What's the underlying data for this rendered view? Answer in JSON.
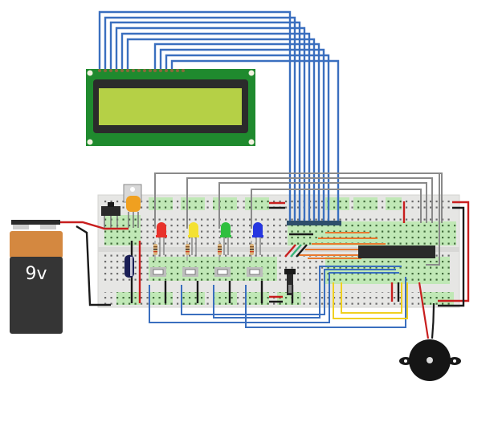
{
  "diagram": {
    "type": "breadboard-circuit",
    "components": {
      "battery": {
        "label": "9v",
        "kind": "9V battery"
      },
      "lcd": {
        "kind": "16x2 character LCD",
        "pins": 16
      },
      "voltage_regulator": {
        "kind": "voltage regulator"
      },
      "slide_switch": {
        "kind": "slide switch"
      },
      "capacitor": {
        "kind": "electrolytic capacitor"
      },
      "leds": [
        {
          "color_name": "red",
          "color": "#e8322b"
        },
        {
          "color_name": "yellow",
          "color": "#f4e132"
        },
        {
          "color_name": "green",
          "color": "#2fbf3e"
        },
        {
          "color_name": "blue",
          "color": "#2636e0"
        }
      ],
      "pushbuttons": 4,
      "resistors": 4,
      "potentiometer": {
        "kind": "trimmer potentiometer"
      },
      "microcontroller": {
        "kind": "DIP IC"
      },
      "piezo_buzzer": {
        "kind": "piezo buzzer"
      }
    },
    "colors": {
      "wire_blue": "#3a6fbf",
      "wire_gray": "#8a8a8a",
      "wire_red": "#c81e1e",
      "wire_black": "#1a1a1a",
      "wire_yellow": "#f0d020",
      "wire_orange": "#e87a30",
      "breadboard": "#e8e8e6",
      "breadboard_highlight": "#bfe9b4",
      "lcd_pcb": "#1f8a2e",
      "lcd_screen": "#b5d046"
    }
  }
}
